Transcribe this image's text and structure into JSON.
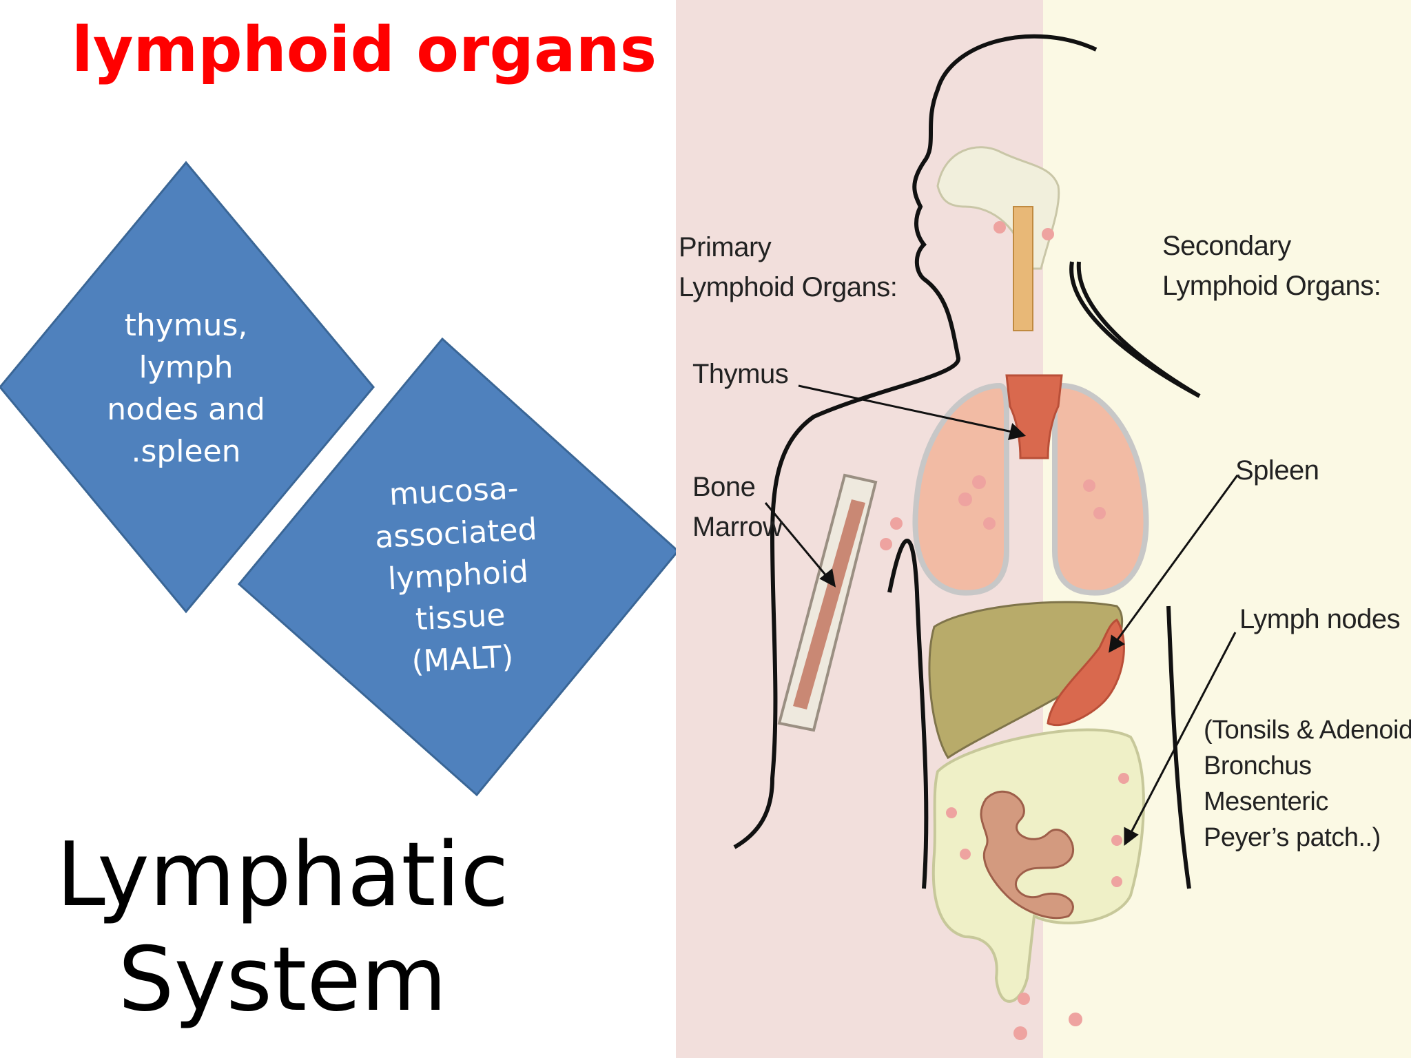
{
  "slide": {
    "title": "lymphoid organs",
    "heading_line1": "Lymphatic",
    "heading_line2": "System"
  },
  "diamonds": [
    {
      "lines": [
        "thymus,",
        "lymph",
        "nodes and",
        ".spleen"
      ]
    },
    {
      "lines": [
        "mucosa-",
        "associated",
        "lymphoid",
        "tissue",
        "(MALT)"
      ]
    }
  ],
  "figure": {
    "primary_line1": "Primary",
    "primary_line2": "Lymphoid Organs:",
    "secondary_line1": "Secondary",
    "secondary_line2": "Lymphoid Organs:",
    "thymus": "Thymus",
    "bone_line1": "Bone",
    "bone_line2": "Marrow",
    "spleen": "Spleen",
    "lymph_nodes": "Lymph nodes",
    "malt_list": [
      "(Tonsils & Adenoids",
      "Bronchus",
      "Mesenteric",
      "Peyer’s patch..)"
    ]
  },
  "colors": {
    "title": "#ff0000",
    "diamond_fill": "#4f81bd",
    "diamond_stroke": "#3a6696",
    "primary_bg": "#f2dfdc",
    "secondary_bg": "#fbf9e4"
  }
}
